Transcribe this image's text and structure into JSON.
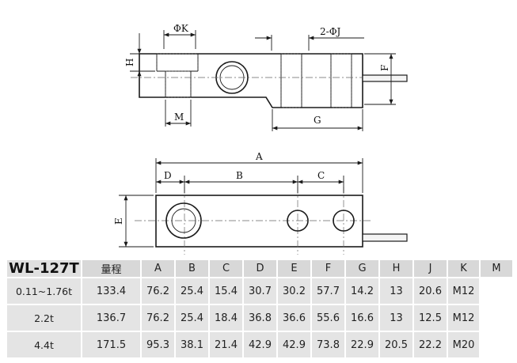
{
  "dimension_labels": {
    "phi_k": "ΦK",
    "two_phi_j": "2-ΦJ",
    "h": "H",
    "f": "F",
    "m": "M",
    "g": "G",
    "a": "A",
    "b": "B",
    "c": "C",
    "d": "D",
    "e": "E"
  },
  "table": {
    "model": "WL-127T",
    "headers": [
      "量程",
      "A",
      "B",
      "C",
      "D",
      "E",
      "F",
      "G",
      "H",
      "J",
      "K",
      "M"
    ],
    "rows": [
      [
        "0.11~1.76t",
        "133.4",
        "76.2",
        "25.4",
        "15.4",
        "30.7",
        "30.2",
        "57.7",
        "14.2",
        "13",
        "20.6",
        "M12"
      ],
      [
        "2.2t",
        "136.7",
        "76.2",
        "25.4",
        "18.4",
        "36.8",
        "36.6",
        "55.6",
        "16.6",
        "13",
        "12.5",
        "M12"
      ],
      [
        "4.4t",
        "171.5",
        "95.3",
        "38.1",
        "21.4",
        "42.9",
        "42.9",
        "73.8",
        "22.9",
        "20.5",
        "22.2",
        "M20"
      ]
    ]
  }
}
